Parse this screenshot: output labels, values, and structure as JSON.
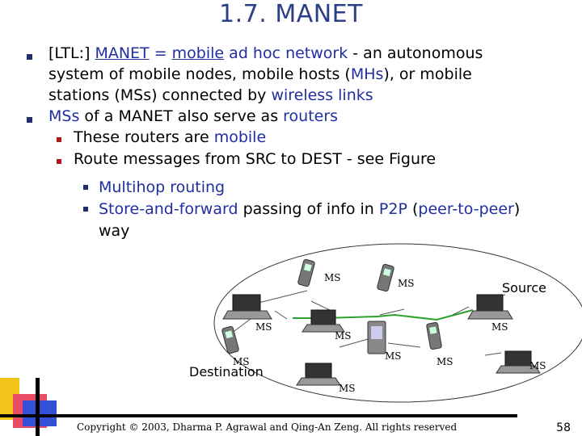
{
  "title": "1.7. MANET",
  "bullet1": {
    "tag": "[LTL:]",
    "manet": "MANET",
    "eq": "=",
    "mobile": "mobile",
    "adhoc": "ad hoc network",
    "rest1": "- an autonomous",
    "line2a": "system of mobile nodes, mobile hosts (",
    "mhs": "MHs",
    "line2b": "), or mobile",
    "line3a": "stations (MSs) connected by",
    "wireless": "wireless links"
  },
  "bullet2": {
    "mss": "MSs",
    "text": "of a MANET also serve as",
    "routers": "routers"
  },
  "sub1": {
    "text": "These routers are",
    "mobile": "mobile"
  },
  "sub2": {
    "text": "Route messages from SRC to DEST - see Figure"
  },
  "subsub1": {
    "text": "Multihop routing"
  },
  "subsub2": {
    "store": "Store-and-forward",
    "text": "passing of info in",
    "p2p": "P2P",
    "open": "(",
    "peer": "peer-to-peer",
    "close": ")",
    "way": "way"
  },
  "figure": {
    "source": "Source",
    "destination": "Destination",
    "ms": "MS"
  },
  "footer": "Copyright © 2003, Dharma P. Agrawal and Qing-An Zeng. All rights reserved",
  "page_number": "58"
}
